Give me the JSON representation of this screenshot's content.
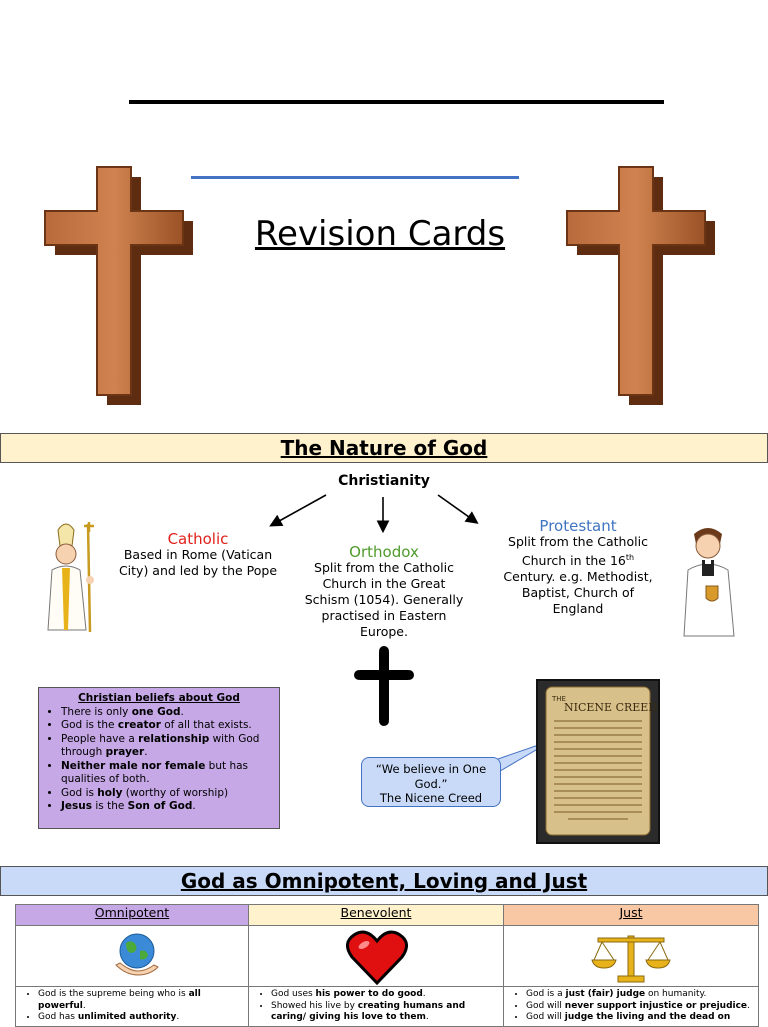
{
  "cover": {
    "title": "Revision Cards"
  },
  "nature": {
    "band_title": "The Nature of God",
    "root": "Christianity",
    "branches": {
      "catholic": {
        "name": "Catholic",
        "color": "#e0201a",
        "lines": [
          "Based in Rome (Vatican",
          "City) and led by the Pope"
        ]
      },
      "orthodox": {
        "name": "Orthodox",
        "color": "#4e9a2b",
        "lines": [
          "Split from the Catholic",
          "Church in the Great",
          "Schism (1054). Generally",
          "practised in Eastern",
          "Europe."
        ]
      },
      "protestant": {
        "name": "Protestant",
        "color": "#3f74c2",
        "lines": [
          "Split from the Catholic",
          "Church in the 16",
          "th",
          "Century. e.g. Methodist,",
          "Baptist, Church of",
          "England"
        ]
      }
    },
    "beliefs": {
      "heading": "Christian beliefs about God",
      "items": [
        [
          "There is only ",
          "one God",
          "."
        ],
        [
          "God is the ",
          "creator",
          " of all that exists."
        ],
        [
          "People have a ",
          "relationship",
          " with God through ",
          "prayer",
          "."
        ],
        [
          "",
          "Neither male nor female",
          " but has qualities of both."
        ],
        [
          "God is ",
          "holy",
          " (worthy of worship)"
        ],
        [
          "",
          "Jesus",
          " is the ",
          "Son of God",
          "."
        ]
      ]
    },
    "quote": {
      "line1": "“We believe in One",
      "line2": "God.”",
      "line3": "The Nicene Creed"
    },
    "creed_title": "NICENE CREED",
    "creed_title_prefix": "THE"
  },
  "attributes": {
    "band_title": "God as Omnipotent, Loving and Just",
    "columns": [
      {
        "header": "Omnipotent",
        "color": "#c5a8e5",
        "icon": "globe-in-hand-icon",
        "points": [
          [
            [
              "God is the supreme being who is ",
              false
            ],
            [
              "all powerful",
              true
            ],
            [
              ".",
              false
            ]
          ],
          [
            [
              "God has ",
              false
            ],
            [
              "unlimited authority",
              true
            ],
            [
              ".",
              false
            ]
          ]
        ]
      },
      {
        "header": "Benevolent",
        "color": "#fff2cc",
        "icon": "heart-icon",
        "points": [
          [
            [
              "God uses ",
              false
            ],
            [
              "his power to do good",
              true
            ],
            [
              ".",
              false
            ]
          ],
          [
            [
              "Showed his live by ",
              false
            ],
            [
              "creating humans and caring/ giving his love to them",
              true
            ],
            [
              ".",
              false
            ]
          ]
        ]
      },
      {
        "header": "Just",
        "color": "#f8c8a4",
        "icon": "scales-icon",
        "points": [
          [
            [
              "God is a ",
              false
            ],
            [
              "just (fair) judge",
              true
            ],
            [
              " on humanity.",
              false
            ]
          ],
          [
            [
              "God will ",
              false
            ],
            [
              "never support injustice or prejudice",
              true
            ],
            [
              ".",
              false
            ]
          ],
          [
            [
              "God will ",
              false
            ],
            [
              "judge the living and the dead on",
              true
            ]
          ]
        ]
      }
    ]
  }
}
